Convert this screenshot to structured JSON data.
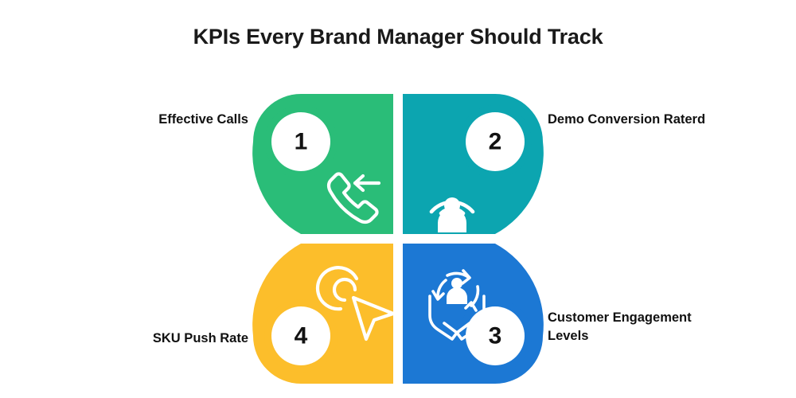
{
  "page": {
    "title": "KPIs Every Brand Manager Should Track",
    "background_color": "#ffffff",
    "text_color": "#111111"
  },
  "petals": [
    {
      "number": "1",
      "label": "Effective Calls",
      "color": "#2ABD78",
      "icon": "incoming-call-icon",
      "position": "top-left",
      "label_side": "left"
    },
    {
      "number": "2",
      "label": "Demo Conversion Raterd",
      "color": "#0CA5B0",
      "icon": "broadcast-person-icon",
      "position": "top-right",
      "label_side": "right"
    },
    {
      "number": "3",
      "label_line1": "Customer Engagement",
      "label_line2": "Levels",
      "label": "Customer Engagement Levels",
      "color": "#1C78D4",
      "icon": "customer-retention-hands-icon",
      "position": "bottom-right",
      "label_side": "right"
    },
    {
      "number": "4",
      "label": "SKU Push Rate",
      "color": "#FCBE2B",
      "icon": "cursor-click-icon",
      "position": "bottom-left",
      "label_side": "left"
    }
  ]
}
